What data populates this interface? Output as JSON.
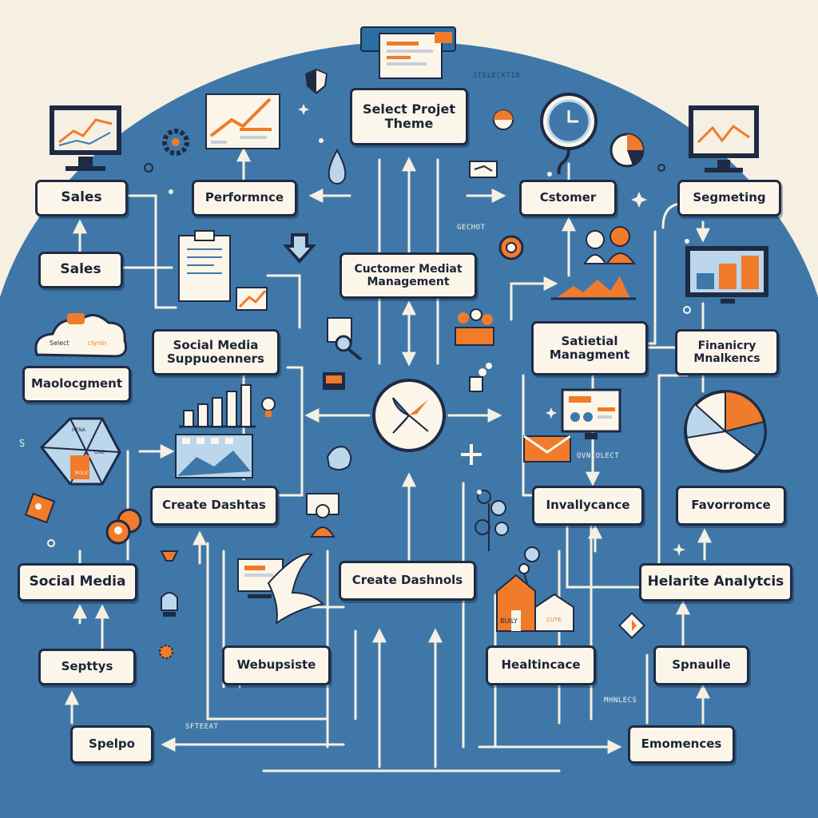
{
  "palette": {
    "background": "#f6f0e3",
    "dome": "#3f78a8",
    "box_fill": "#fbf6e9",
    "box_border": "#1f2a44",
    "accent": "#f07b2a",
    "line": "#f6f0e3"
  },
  "nodes": {
    "select_project_theme": "Select Projet Theme",
    "sales_top": "Sales",
    "performance": "Performnce",
    "customer": "Cstomer",
    "segmenting": "Segmeting",
    "sales_mid": "Sales",
    "customer_media_management": "Cuctomer Mediat Management",
    "social_media_supp": "Social Media Suppuoenners",
    "satietial_management": "Satietial Managment",
    "financial_analytics": "Finanicry Mnalkencs",
    "maologment": "Maolocgment",
    "create_dashtas": "Create Dashtas",
    "invallycance": "Invallycance",
    "favorromce": "Favorromce",
    "social_media_left": "Social Media",
    "create_dashnols": "Create Dashnols",
    "helarite_analytics": "Helarite Analytcis",
    "septtys": "Septtys",
    "webupsiste": "Webupsiste",
    "healtincace": "Healtincace",
    "spnaulle": "Spnaulle",
    "spelpo": "Spelpo",
    "emomences": "Emomences"
  },
  "micro_labels": {
    "stelectio": "STELECKTIO",
    "gecshot": "GECHOT",
    "ovniolect": "OVNIOLECT",
    "sfteeat": "SFTEEAT",
    "mhnlecs": "MHNLECS",
    "s": "S"
  },
  "chart_labels": {
    "sales_monitor": "",
    "build_house": "BUILY",
    "cute_house": "CUTE",
    "cloud_left": "Select",
    "cloud_right": "clynin",
    "hex_label": "HENA",
    "hex_label2": "ONE",
    "hex_label3": "ROLE"
  }
}
